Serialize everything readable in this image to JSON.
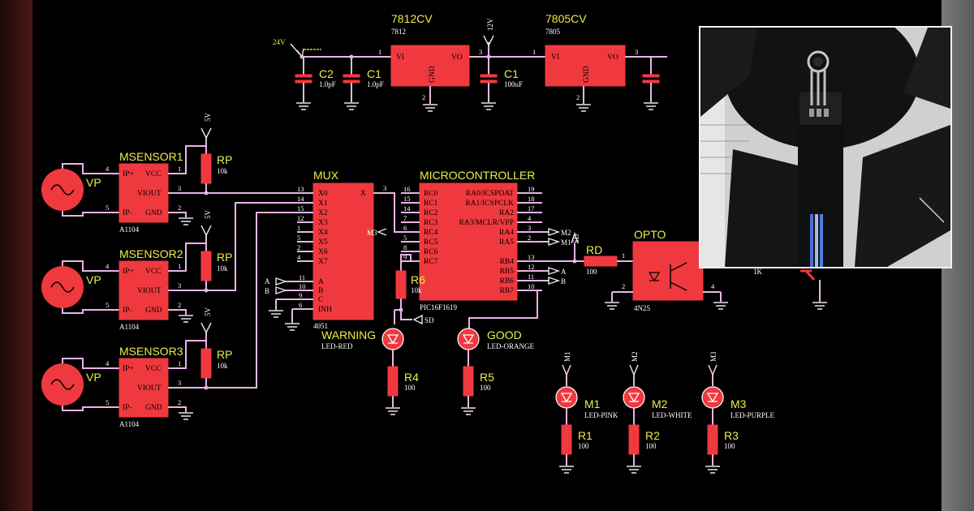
{
  "power": {
    "reg1": {
      "name": "7812CV",
      "val": "7812"
    },
    "reg2": {
      "name": "7805CV",
      "val": "7805"
    },
    "input_net": "24V",
    "rail_12": "12V",
    "c2": {
      "ref": "C2",
      "val": "1.0pF"
    },
    "c1a": {
      "ref": "C1",
      "val": "1.0pF"
    },
    "c1b": {
      "ref": "C1",
      "val": "100uF"
    },
    "pin_vi": "VI",
    "pin_vo": "VO",
    "pin_gnd": "GND"
  },
  "sensors": [
    {
      "src": "VP",
      "ref": "MSENSOR1",
      "part": "A1104",
      "rp": "RP",
      "rpv": "10k",
      "vcc": "5V"
    },
    {
      "src": "VP",
      "ref": "MSENSOR2",
      "part": "A1104",
      "rp": "RP",
      "rpv": "10k",
      "vcc": "5V"
    },
    {
      "src": "VP",
      "ref": "MSENSOR3",
      "part": "A1104",
      "rp": "RP",
      "rpv": "10k",
      "vcc": "5V"
    }
  ],
  "sensor_pins": {
    "ip": "IP+",
    "vcc": "VCC",
    "viout": "VIOUT",
    "im": "IP-",
    "gnd": "GND"
  },
  "mux": {
    "ref": "MUX",
    "part": "4051",
    "pins": [
      "X0",
      "X1",
      "X2",
      "X3",
      "X4",
      "X5",
      "X6",
      "X7",
      "A",
      "B",
      "C",
      "INH"
    ],
    "out": "X",
    "pinnums": [
      "13",
      "14",
      "15",
      "12",
      "1",
      "5",
      "2",
      "4",
      "11",
      "10",
      "9",
      "6"
    ],
    "netA": "A",
    "netB": "B",
    "netM3": "M3"
  },
  "mcu": {
    "ref": "MICROCONTROLLER",
    "part": "PIC16F1619",
    "left_pins": [
      "RC0",
      "RC1",
      "RC2",
      "RC3",
      "RC4",
      "RC5",
      "RC6",
      "RC7"
    ],
    "left_nums": [
      "16",
      "15",
      "14",
      "7",
      "6",
      "5",
      "8",
      "9"
    ],
    "right_pins": [
      "RA0/ICSPDAT",
      "RA1/ICSPCLK",
      "RA2",
      "RA3/MCLR/VPP",
      "RA4",
      "RA5",
      "RB4",
      "RB5",
      "RB6",
      "RB7"
    ],
    "right_nums": [
      "19",
      "18",
      "17",
      "4",
      "3",
      "2",
      "13",
      "12",
      "11",
      "10"
    ],
    "net_m2": "M2",
    "net_m1": "M1",
    "net_a": "A",
    "net_b": "B",
    "net_sd": "SD"
  },
  "r6": {
    "ref": "R6",
    "val": "10k"
  },
  "rd": {
    "ref": "RD",
    "val": "100"
  },
  "opto": {
    "ref": "OPTO",
    "part": "4N25",
    "r_val": "1K"
  },
  "leds": {
    "warning": {
      "ref": "WARNING",
      "part": "LED-RED",
      "r": "R4",
      "rv": "100"
    },
    "good": {
      "ref": "GOOD",
      "part": "LED-ORANGE",
      "r": "R5",
      "rv": "100"
    },
    "m1": {
      "ref": "M1",
      "part": "LED-PINK",
      "r": "R1",
      "rv": "100",
      "net": "M1"
    },
    "m2": {
      "ref": "M2",
      "part": "LED-WHITE",
      "r": "R2",
      "rv": "100",
      "net": "M2"
    },
    "m3": {
      "ref": "M3",
      "part": "LED-PURPLE",
      "r": "R3",
      "rv": "100",
      "net": "M3"
    }
  },
  "colors": {
    "component": "#f0393e",
    "wire": "#e9b4e6",
    "label": "#ecec4a",
    "background": "#000000"
  }
}
